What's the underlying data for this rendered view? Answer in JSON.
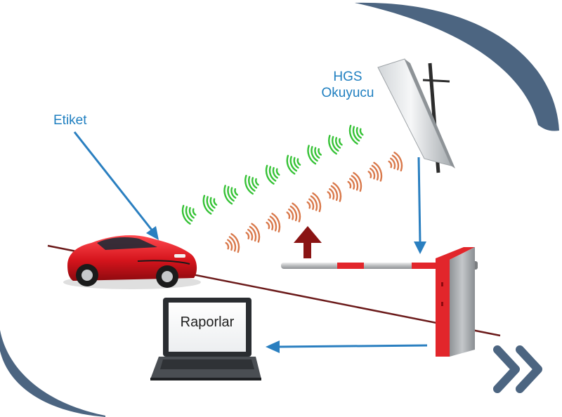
{
  "labels": {
    "tag": "Etiket",
    "reader_line1": "HGS",
    "reader_line2": "Okuyucu",
    "laptop_screen": "Raporlar"
  },
  "colors": {
    "frame": "#4c6581",
    "label_blue": "#1f7fc0",
    "arrow_blue": "#2a7fc0",
    "signal_green": "#36c236",
    "signal_orange": "#d9784a",
    "up_arrow": "#8a1414",
    "road_line": "#6b1a1a",
    "car_red": "#e01c26",
    "barrier_red": "#e2262b",
    "barrier_grey": "#a7aaad"
  },
  "icons": {
    "next": "double-chevron-right-icon"
  }
}
